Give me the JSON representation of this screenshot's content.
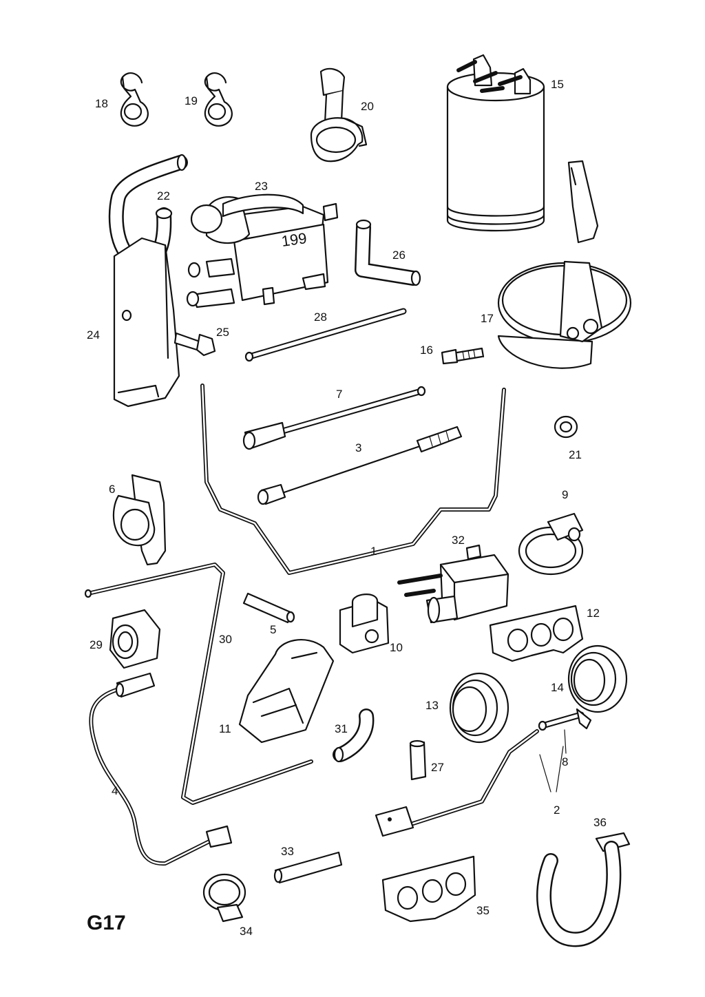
{
  "sheet_code": "G17",
  "callouts": {
    "p1": "1",
    "p2": "2",
    "p3": "3",
    "p4": "4",
    "p5": "5",
    "p6": "6",
    "p7": "7",
    "p8": "8",
    "p9": "9",
    "p10": "10",
    "p11": "11",
    "p12": "12",
    "p13": "13",
    "p14": "14",
    "p15": "15",
    "p16": "16",
    "p17": "17",
    "p18": "18",
    "p19": "19",
    "p20": "20",
    "p21": "21",
    "p22": "22",
    "p23": "23",
    "p24": "24",
    "p25": "25",
    "p26": "26",
    "p27": "27",
    "p28": "28",
    "p29": "29",
    "p30": "30",
    "p31": "31",
    "p32": "32",
    "p33": "33",
    "p34": "34",
    "p35": "35",
    "p36": "36"
  },
  "valve_marking": "199"
}
